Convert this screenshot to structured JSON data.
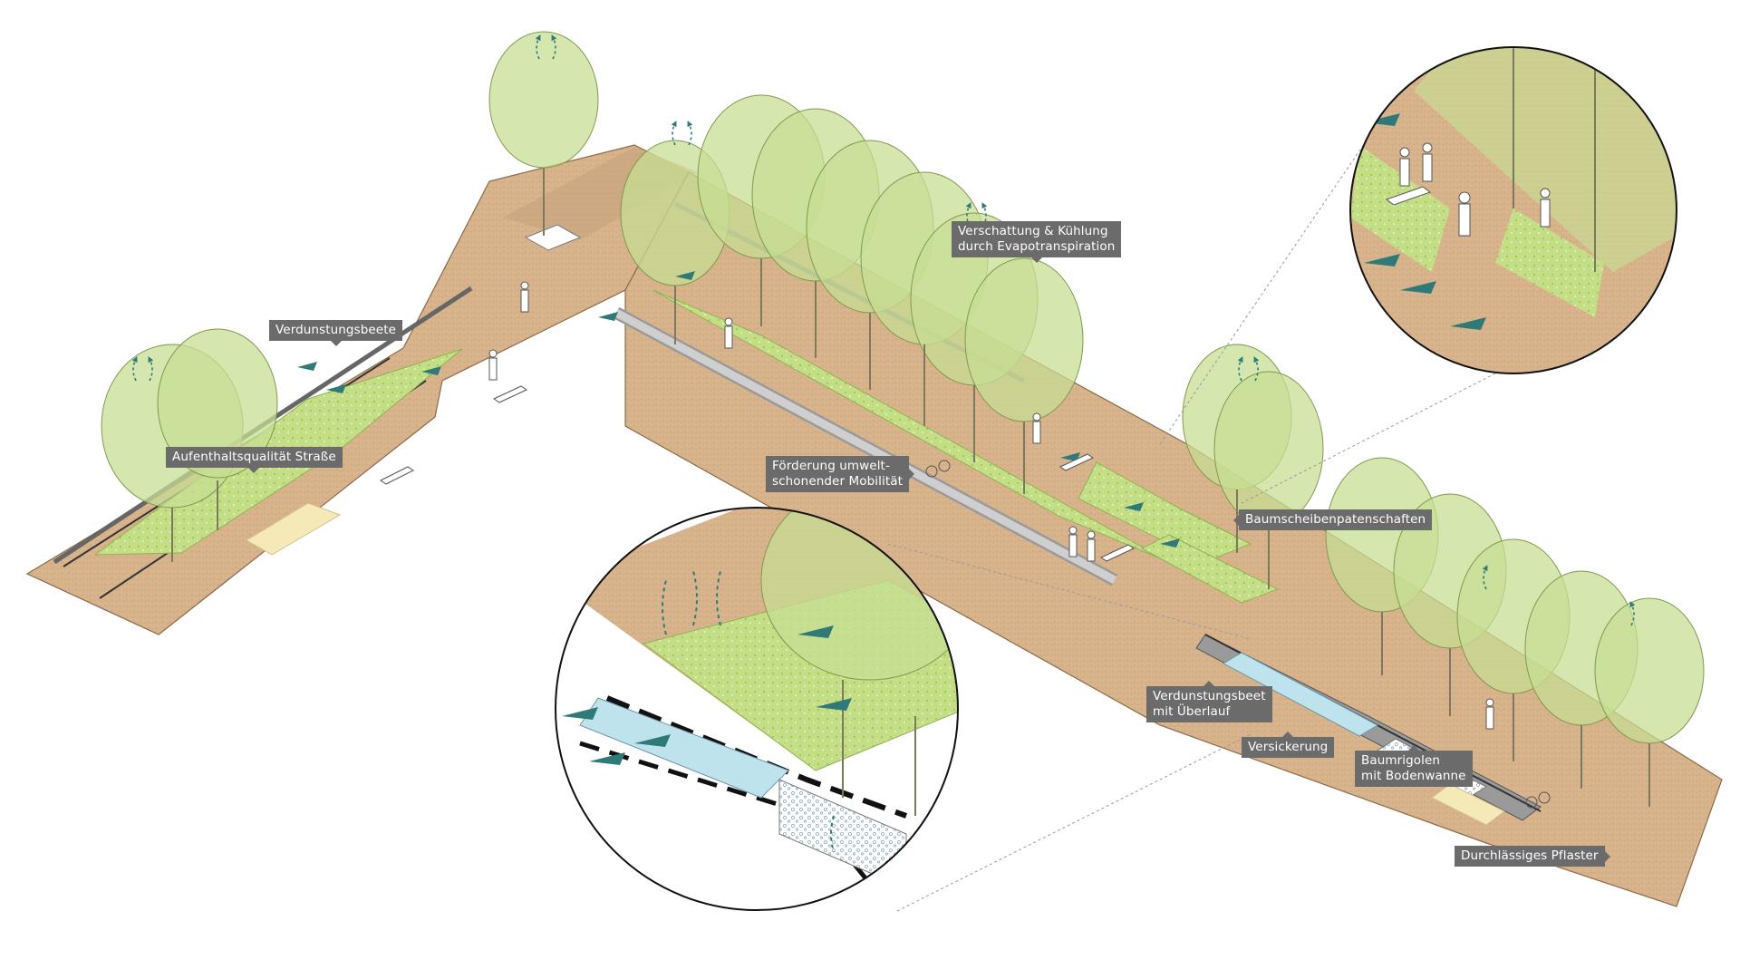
{
  "colors": {
    "paving": "#d9b58e",
    "paving_dark": "#c49a70",
    "grass": "#c4de86",
    "grass_dark": "#9fc25f",
    "tree": "#c7de93",
    "tree_stroke": "#7f9a4e",
    "arrow": "#2f7a78",
    "water": "#bfe3ec",
    "label_bg": "#6b6b6b",
    "label_text": "#ffffff",
    "yellow_strip": "#f6e9b8"
  },
  "labels": {
    "verdunstungsbeete": "Verdunstungsbeete",
    "aufenthaltsqualitaet": "Aufenthaltsqualität Straße",
    "verschattung": "Verschattung & Kühlung\ndurch Evapotranspiration",
    "foerderung": "Förderung umwelt-\nschonender Mobilität",
    "baumscheiben": "Baumscheibenpatenschaften",
    "verdunstungsbeet_ueberlauf": "Verdunstungsbeet\nmit Überlauf",
    "versickerung": "Versickerung",
    "baumrigolen": "Baumrigolen\nmit Bodenwanne",
    "pflaster": "Durchlässiges Pflaster"
  },
  "icons": [
    "evaporation-arrow-icon",
    "flow-arrow-icon",
    "tree-icon",
    "bench-icon",
    "bicycle-icon",
    "person-icon"
  ]
}
